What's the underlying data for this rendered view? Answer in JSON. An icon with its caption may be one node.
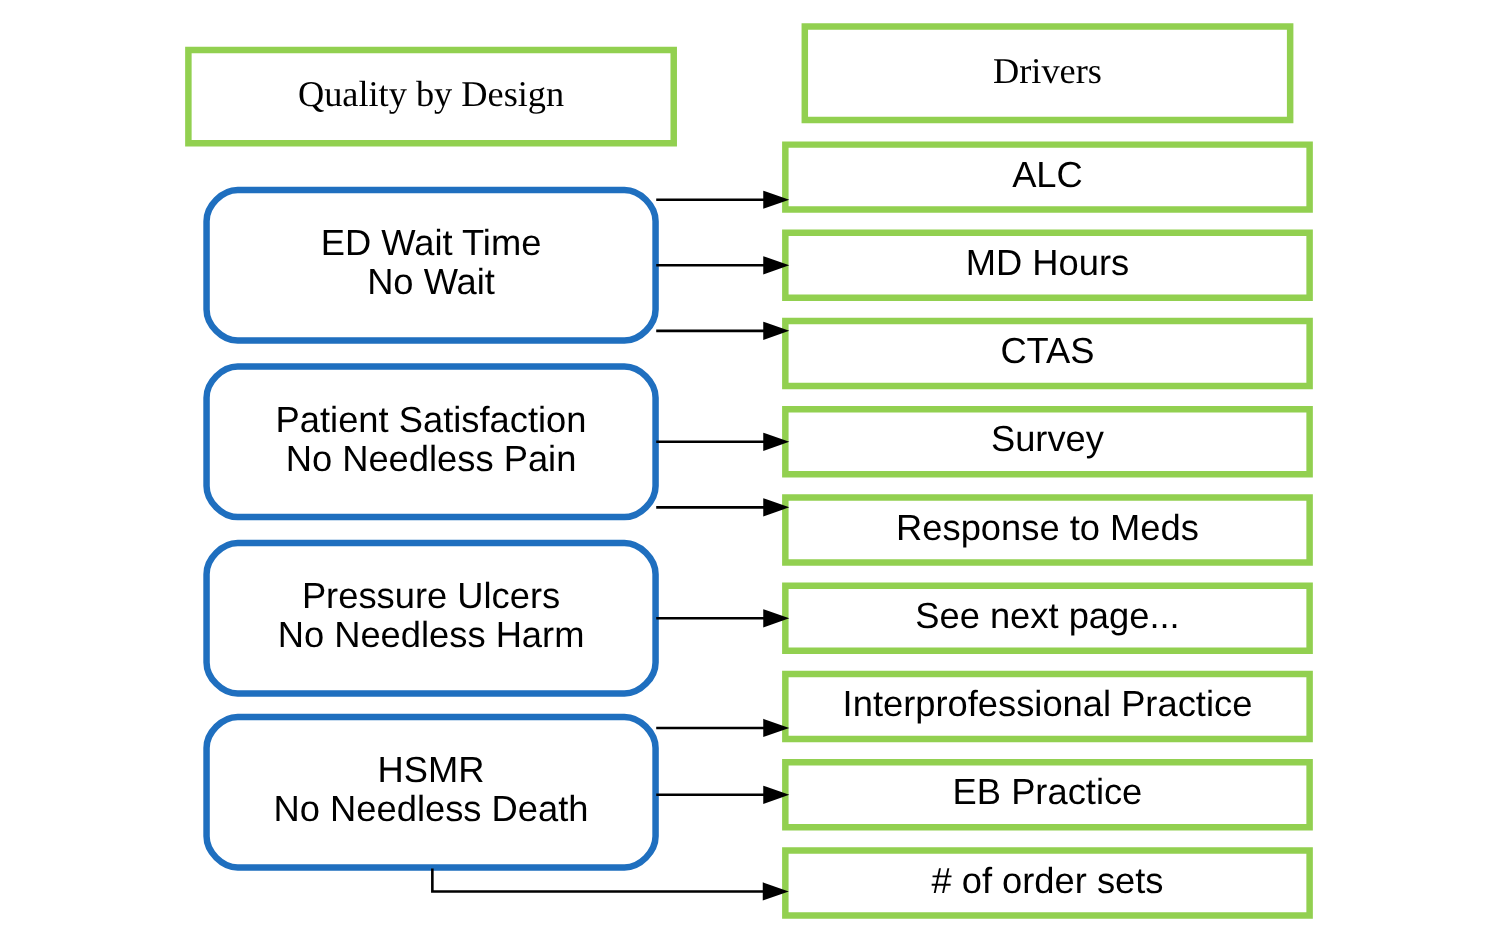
{
  "diagram": {
    "nodes": [
      {
        "text": [
          "Quality by Design"
        ]
      },
      {
        "text": [
          "Drivers"
        ]
      },
      {
        "text": [
          "ED Wait Time",
          "No Wait"
        ]
      },
      {
        "text": [
          "ALC"
        ]
      },
      {
        "text": [
          "MD Hours"
        ]
      },
      {
        "text": [
          "CTAS"
        ]
      },
      {
        "text": [
          "Patient Satisfaction",
          "No Needless Pain"
        ]
      },
      {
        "text": [
          "Survey"
        ]
      },
      {
        "text": [
          "Response to Meds"
        ]
      },
      {
        "text": [
          "Pressure Ulcers",
          "No Needless Harm"
        ]
      },
      {
        "text": [
          "See next page..."
        ]
      },
      {
        "text": [
          "HSMR",
          "No Needless Death"
        ]
      },
      {
        "text": [
          "Interprofessional Practice"
        ]
      },
      {
        "text": [
          "EB Practice"
        ]
      },
      {
        "text": [
          "# of order sets"
        ]
      }
    ],
    "edges": [
      {
        "from": 2,
        "to": 3,
        "arrow": "to"
      },
      {
        "from": 2,
        "to": 4,
        "arrow": "to"
      },
      {
        "from": 2,
        "to": 5,
        "arrow": "to"
      },
      {
        "from": 6,
        "to": 7,
        "arrow": "to"
      },
      {
        "from": 6,
        "to": 8,
        "arrow": "to"
      },
      {
        "from": 9,
        "to": 10,
        "arrow": "to"
      },
      {
        "from": 11,
        "to": 12,
        "arrow": "to"
      },
      {
        "from": 11,
        "to": 13,
        "arrow": "to"
      },
      {
        "from": 11,
        "to": 14,
        "arrow": "to"
      }
    ]
  }
}
